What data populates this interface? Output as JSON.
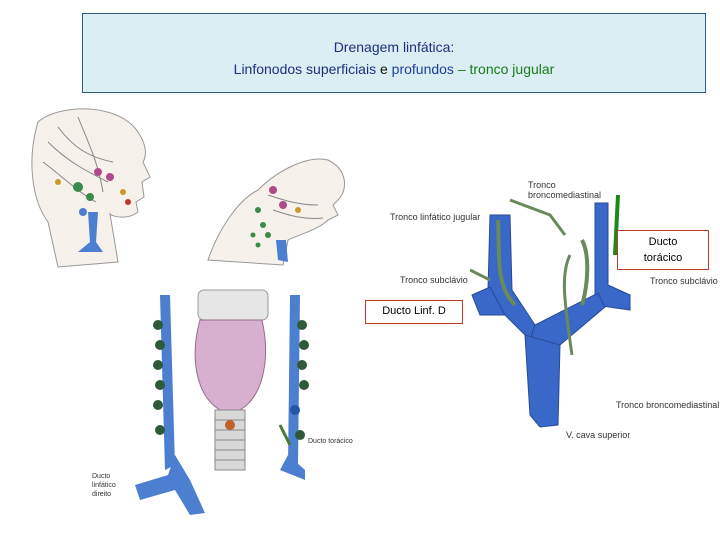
{
  "title": {
    "line1": "Drenagem linfática:",
    "line2_part1": "Linfonodos superficiais",
    "line2_part2": "e",
    "line2_part3": "profundos",
    "line2_part4": "– tronco jugular"
  },
  "right_figure": {
    "labels": {
      "tronco_bronco_top_1": "Tronco",
      "tronco_bronco_top_2": "broncomediastinal",
      "tronco_linfatico_jugular": "Tronco linfático jugular",
      "tronco_subclavio_left": "Tronco subclávio",
      "tronco_subclavio_right": "Tronco subclávio",
      "tronco_bronco_bottom": "Tronco broncomediastinal",
      "vcava": "V. cava superior"
    }
  },
  "bottom_figure": {
    "labels": {
      "ducto_toracico": "Ducto torácico",
      "ducto_linf_direito_1": "Ducto",
      "ducto_linf_direito_2": "linfático",
      "ducto_linf_direito_3": "direito"
    }
  },
  "callouts": {
    "ducto_toracico_1": "Ducto",
    "ducto_toracico_2": "torácico",
    "ducto_linf_d": "Ducto Linf. D"
  },
  "colors": {
    "vein": "#3a68c8",
    "lymph": "#4a7a3a",
    "callout_border": "#c0392b",
    "title_bg": "#dbeef3"
  }
}
